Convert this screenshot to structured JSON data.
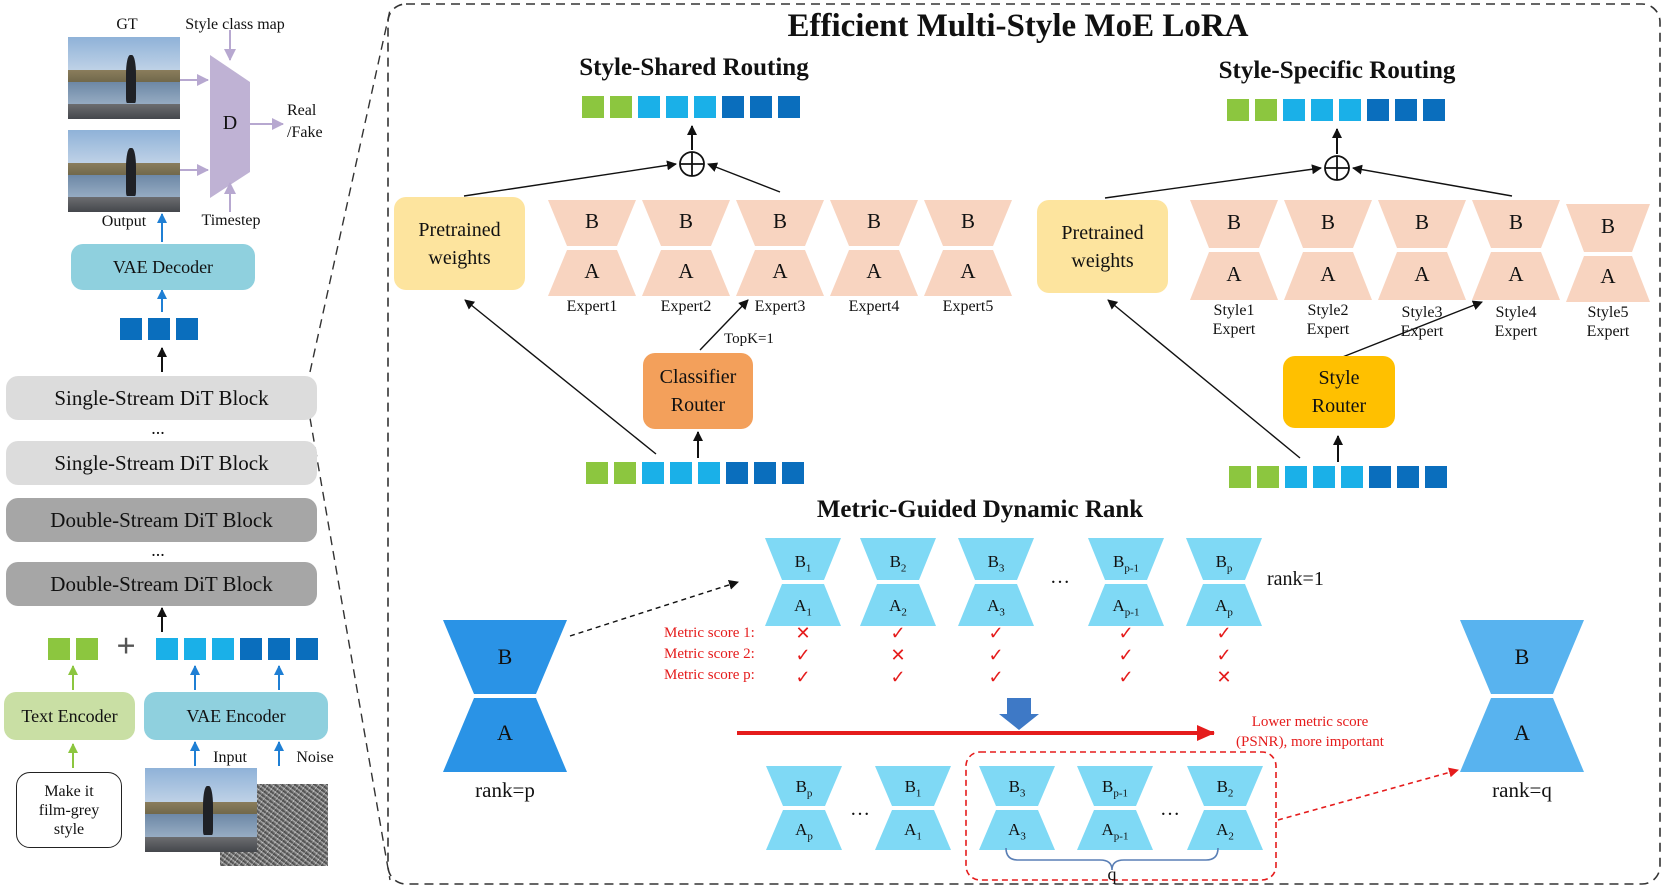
{
  "colors": {
    "green_token": "#8cc63f",
    "light_blue_token": "#1ab0e8",
    "dark_blue_token": "#0a6ebd",
    "expert_peach": "#f8d4c0",
    "pretrained": "#fde49e",
    "classifier_router": "#f3a05b",
    "style_router": "#ffc000",
    "light_lora": "#7fd9f5",
    "mid_lora": "#2a93e6",
    "vae_box": "#8fd0de",
    "text_encoder": "#c9dfa4",
    "grey_block": "#dcdcdc",
    "dark_grey_block": "#a6a6a6",
    "discriminator": "#bfb2d4",
    "red": "#e51c1c"
  },
  "left": {
    "gt_label": "GT",
    "style_class_map": "Style class map",
    "disc_label": "D",
    "real_fake": [
      "Real",
      "/Fake"
    ],
    "output_label": "Output",
    "timestep_label": "Timestep",
    "vae_decoder": "VAE Decoder",
    "blocks": [
      "Single-Stream DiT Block",
      "Single-Stream DiT Block",
      "Double-Stream DiT Block",
      "Double-Stream DiT Block"
    ],
    "ellipsis": "...",
    "plus": "+",
    "text_encoder": "Text Encoder",
    "vae_encoder": "VAE Encoder",
    "input_label": "Input",
    "noise_label": "Noise",
    "prompt": [
      "Make it",
      "film-grey",
      "style"
    ]
  },
  "main": {
    "title": "Efficient Multi-Style MoE LoRA",
    "shared_title": "Style-Shared Routing",
    "specific_title": "Style-Specific Routing",
    "pretrained": [
      "Pretrained",
      "weights"
    ],
    "experts": [
      "Expert1",
      "Expert2",
      "Expert3",
      "Expert4",
      "Expert5"
    ],
    "style_experts": [
      [
        "Style1",
        "Expert"
      ],
      [
        "Style2",
        "Expert"
      ],
      [
        "Style3",
        "Expert"
      ],
      [
        "Style4",
        "Expert"
      ],
      [
        "Style5",
        "Expert"
      ]
    ],
    "matrix_b": "B",
    "matrix_a": "A",
    "topk": "TopK=1",
    "classifier_router": [
      "Classifier",
      "Router"
    ],
    "style_router": [
      "Style",
      "Router"
    ],
    "oplus": "⊕"
  },
  "rank": {
    "title": "Metric-Guided Dynamic Rank",
    "rank1": "rank=1",
    "rankp": "rank=p",
    "rankq": "rank=q",
    "metric_scores": [
      "Metric score 1:",
      "Metric score 2:",
      "Metric score p:"
    ],
    "marks": [
      [
        "✕",
        "✓",
        "✓"
      ],
      [
        "✓",
        "✕",
        "✓"
      ],
      [
        "✓",
        "✓",
        "✓"
      ],
      [
        "✓",
        "✓",
        "✓"
      ],
      [
        "✓",
        "✓",
        "✕"
      ]
    ],
    "top_b": [
      "B",
      "B",
      "B",
      "B",
      "B"
    ],
    "top_b_sub": [
      "1",
      "2",
      "3",
      "p-1",
      "p"
    ],
    "top_a_sub": [
      "1",
      "2",
      "3",
      "p-1",
      "p"
    ],
    "bottom_sub_b": [
      "p",
      "1",
      "3",
      "p-1",
      "2"
    ],
    "bottom_sub_a": [
      "p",
      "1",
      "3",
      "p-1",
      "2"
    ],
    "ellipsis": "…",
    "lower_note": [
      "Lower metric score",
      "(PSNR), more important"
    ],
    "q_label": "q"
  }
}
